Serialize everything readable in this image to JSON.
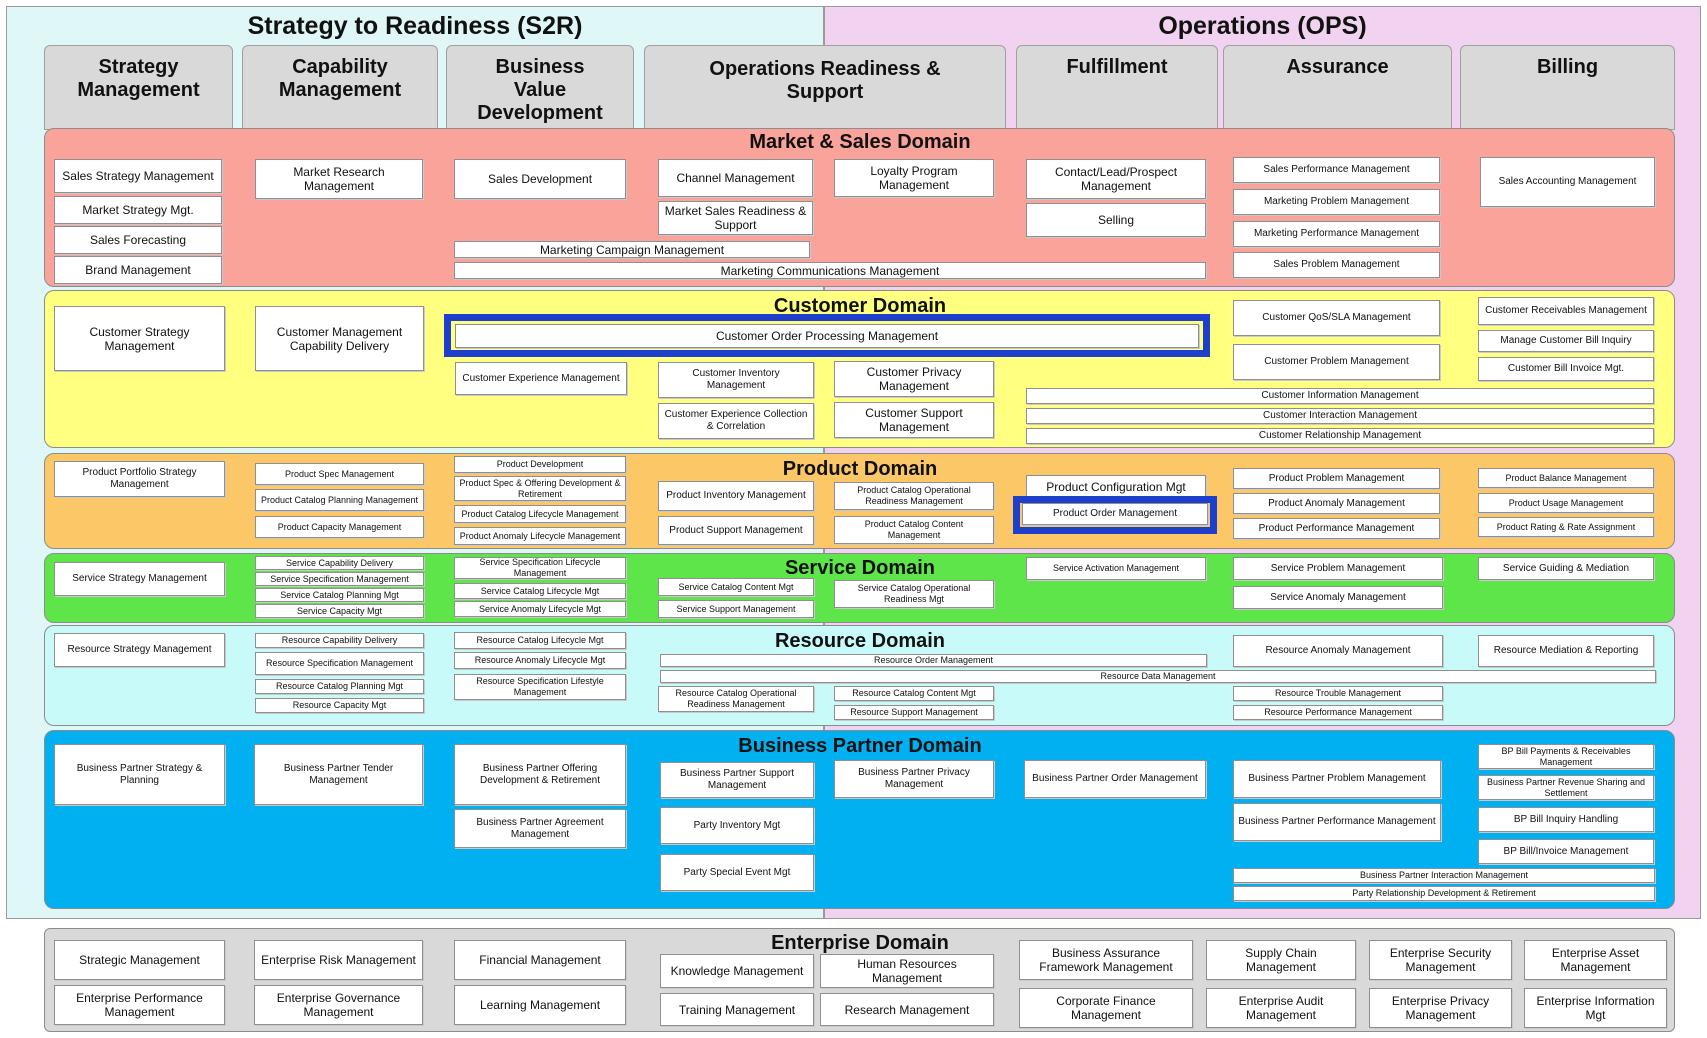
{
  "zones": {
    "s2r_title": "Strategy to Readiness (S2R)",
    "ops_title": "Operations (OPS)",
    "s2r_color": "#e0f7f7",
    "ops_color": "#f1d3f1"
  },
  "columns": [
    "Strategy Management",
    "Capability Management",
    "Business Value Development",
    "Operations Readiness & Support",
    "Fulfillment",
    "Assurance",
    "Billing"
  ],
  "domains": {
    "market_sales": {
      "title": "Market & Sales Domain",
      "color": "#f9a39a",
      "items": [
        "Sales Strategy Management",
        "Market Strategy Mgt.",
        "Sales Forecasting",
        "Brand Management",
        "Market Research Management",
        "Sales Development",
        "Channel Management",
        "Market Sales Readiness & Support",
        "Loyalty Program Management",
        "Marketing Campaign Management",
        "Marketing Communications Management",
        "Contact/Lead/Prospect Management",
        "Selling",
        "Sales Performance Management",
        "Marketing Problem Management",
        "Marketing Performance Management",
        "Sales Problem Management",
        "Sales Accounting Management"
      ]
    },
    "customer": {
      "title": "Customer Domain",
      "color": "#ffff80",
      "items": [
        "Customer Strategy Management",
        "Customer Management Capability Delivery",
        "Customer Order Processing Management",
        "Customer Experience Management",
        "Customer Inventory Management",
        "Customer Privacy Management",
        "Customer Experience Collection & Correlation",
        "Customer Support Management",
        "Customer QoS/SLA Management",
        "Customer Problem Management",
        "Customer Information Management",
        "Customer Interaction Management",
        "Customer Relationship Management",
        "Customer Receivables Management",
        "Manage Customer Bill Inquiry",
        "Customer Bill Invoice Mgt."
      ]
    },
    "product": {
      "title": "Product Domain",
      "color": "#fcc766",
      "items": [
        "Product Portfolio Strategy Management",
        "Product Spec Management",
        "Product Catalog Planning Management",
        "Product Capacity Management",
        "Product Development",
        "Product Spec & Offering Development & Retirement",
        "Product Catalog Lifecycle Management",
        "Product Anomaly Lifecycle Management",
        "Product Inventory Management",
        "Product Support Management",
        "Product Catalog Operational Readiness Management",
        "Product Catalog Content Management",
        "Product Configuration Mgt",
        "Product Order Management",
        "Product Problem Management",
        "Product Anomaly Management",
        "Product Performance Management",
        "Product Balance Management",
        "Product Usage Management",
        "Product Rating & Rate Assignment"
      ]
    },
    "service": {
      "title": "Service Domain",
      "color": "#5ee54a",
      "items": [
        "Service Strategy Management",
        "Service Capability Delivery",
        "Service Specification Management",
        "Service Catalog Planning Mgt",
        "Service Capacity Mgt",
        "Service Specification Lifecycle Management",
        "Service Catalog Lifecycle Mgt",
        "Service Anomaly Lifecycle Mgt",
        "Service Catalog Content Mgt",
        "Service Support Management",
        "Service Catalog Operational Readiness Mgt",
        "Service Activation Management",
        "Service Problem Management",
        "Service Anomaly Management",
        "Service Guiding & Mediation"
      ]
    },
    "resource": {
      "title": "Resource Domain",
      "color": "#c9fafa",
      "items": [
        "Resource Strategy Management",
        "Resource Capability Delivery",
        "Resource Specification Management",
        "Resource Catalog Planning Mgt",
        "Resource Capacity Mgt",
        "Resource Catalog Lifecycle Mgt",
        "Resource Anomaly Lifecycle Mgt",
        "Resource Specification Lifestyle Management",
        "Resource Order Management",
        "Resource Data Management",
        "Resource Catalog Operational Readiness Management",
        "Resource Catalog Content Mgt",
        "Resource Support Management",
        "Resource Anomaly Management",
        "Resource Trouble Management",
        "Resource Performance Management",
        "Resource Mediation & Reporting"
      ]
    },
    "bp": {
      "title": "Business Partner Domain",
      "color": "#00b0f0",
      "items": [
        "Business Partner Strategy & Planning",
        "Business Partner Tender Management",
        "Business Partner Offering Development & Retirement",
        "Business Partner Agreement Management",
        "Business Partner Support Management",
        "Party Inventory Mgt",
        "Party Special Event Mgt",
        "Business Partner Privacy Management",
        "Business Partner Order Management",
        "Business Partner Problem Management",
        "Business Partner Performance Management",
        "BP Bill Payments & Receivables Management",
        "Business Partner Revenue Sharing and Settlement",
        "BP Bill Inquiry Handling",
        "BP Bill/Invoice Management",
        "Business Partner Interaction Management",
        "Party Relationship Development & Retirement"
      ]
    },
    "enterprise": {
      "title": "Enterprise Domain",
      "color": "#d9d9d9",
      "items": [
        "Strategic Management",
        "Enterprise Performance Management",
        "Enterprise Risk Management",
        "Enterprise Governance Management",
        "Financial Management",
        "Learning Management",
        "Knowledge Management",
        "Training Management",
        "Human Resources Management",
        "Research Management",
        "Business Assurance Framework Management",
        "Corporate Finance Management",
        "Supply Chain Management",
        "Enterprise Audit Management",
        "Enterprise Security Management",
        "Enterprise Privacy Management",
        "Enterprise Asset Management",
        "Enterprise Information Mgt"
      ]
    }
  },
  "highlight_color": "#1d3fcc"
}
